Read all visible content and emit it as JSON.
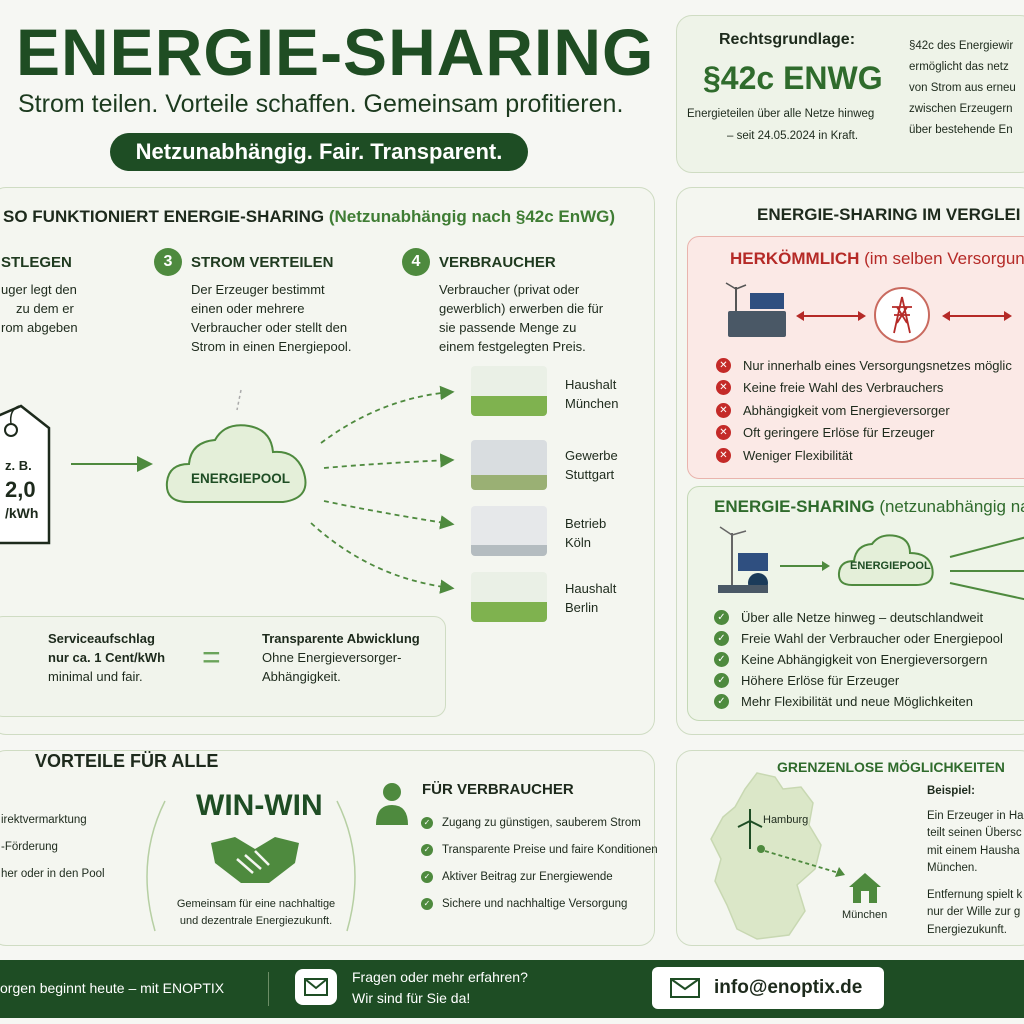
{
  "header": {
    "title": "ENERGIE-SHARING",
    "subtitle": "Strom teilen. Vorteile schaffen. Gemeinsam profitieren.",
    "pill": "Netzunabhängig. Fair. Transparent."
  },
  "legal": {
    "heading": "Rechtsgrundlage:",
    "law": "§42c ENWG",
    "note_line1": "Energieteilen über alle Netze hinweg",
    "note_line2": "– seit 24.05.2024 in Kraft.",
    "right_lines": [
      "§42c des Energiewir",
      "ermöglicht das netz",
      "von Strom aus erneu",
      "zwischen Erzeugern",
      "über bestehende En"
    ]
  },
  "how": {
    "heading": "SO FUNKTIONIERT ENERGIE-SHARING",
    "heading_suffix": "(Netzunabhängig nach §42c EnWG)",
    "step2_title": "STLEGEN",
    "step2_lines": [
      "uger legt den",
      "zu dem er",
      "rom abgeben"
    ],
    "step3_num": "3",
    "step3_title": "STROM VERTEILEN",
    "step3_lines": [
      "Der Erzeuger bestimmt",
      "einen oder mehrere",
      "Verbraucher oder stellt den",
      "Strom in einen Energiepool."
    ],
    "step4_num": "4",
    "step4_title": "VERBRAUCHER",
    "step4_lines": [
      "Verbraucher (privat oder",
      "gewerblich) erwerben die für",
      "sie passende Menge zu",
      "einem festgelegten Preis."
    ],
    "tag_lines": [
      "z. B.",
      "2,0",
      "/kWh"
    ],
    "pool_label": "ENERGIEPOOL",
    "destinations": [
      {
        "l1": "Haushalt",
        "l2": "München"
      },
      {
        "l1": "Gewerbe",
        "l2": "Stuttgart"
      },
      {
        "l1": "Betrieb",
        "l2": "Köln"
      },
      {
        "l1": "Haushalt",
        "l2": "Berlin"
      }
    ],
    "fee_title": "Serviceaufschlag",
    "fee_line2": "nur ca. 1 Cent/kWh",
    "fee_line3": "minimal und fair.",
    "equals": "=",
    "transp_title": "Transparente Abwicklung",
    "transp_line2": "Ohne Energieversorger-",
    "transp_line3": "Abhängigkeit."
  },
  "compare": {
    "heading": "ENERGIE-SHARING IM VERGLEI",
    "trad_title": "HERKÖMMLICH",
    "trad_suffix": "(im selben Versorgung",
    "trad_items": [
      "Nur innerhalb eines Versorgungsnetzes möglic",
      "Keine freie Wahl des Verbrauchers",
      "Abhängigkeit vom Energieversorger",
      "Oft geringere Erlöse für Erzeuger",
      "Weniger Flexibilität"
    ],
    "share_title": "ENERGIE-SHARING",
    "share_suffix": "(netzunabhängig nach",
    "pool_label": "ENERGIEPOOL",
    "share_items": [
      "Über alle Netze hinweg – deutschlandweit",
      "Freie Wahl der Verbraucher oder Energiepool",
      "Keine Abhängigkeit von Energieversorgern",
      "Höhere Erlöse für Erzeuger",
      "Mehr Flexibilität und neue Möglichkeiten"
    ]
  },
  "benefits": {
    "heading": "VORTEILE FÜR ALLE",
    "left_items": [
      "irektvermarktung",
      "-Förderung",
      "her oder in den Pool"
    ],
    "winwin": "WIN-WIN",
    "winwin_line1": "Gemeinsam für eine nachhaltige",
    "winwin_line2": "und dezentrale Energiezukunft.",
    "consumer_title": "FÜR VERBRAUCHER",
    "consumer_items": [
      "Zugang zu günstigen, sauberem Strom",
      "Transparente Preise und faire Konditionen",
      "Aktiver Beitrag zur Energiewende",
      "Sichere und nachhaltige Versorgung"
    ]
  },
  "limits": {
    "heading": "GRENZENLOSE MÖGLICHKEITEN",
    "city_from": "Hamburg",
    "city_to": "München",
    "example_label": "Beispiel:",
    "example_lines": [
      "Ein Erzeuger in Ha",
      "teilt seinen Übersc",
      "mit einem Hausha",
      "München."
    ],
    "example_lines2": [
      "Entfernung spielt k",
      "nur der Wille zur g",
      "Energiezukunft."
    ]
  },
  "footer": {
    "slogan": "orgen beginnt heute – mit ENOPTIX",
    "question_line1": "Fragen oder mehr erfahren?",
    "question_line2": "Wir sind für Sie da!",
    "email": "info@enoptix.de"
  },
  "colors": {
    "dark_green": "#1e4d24",
    "accent_green": "#4e8a3e",
    "alert_red": "#c42a28"
  }
}
